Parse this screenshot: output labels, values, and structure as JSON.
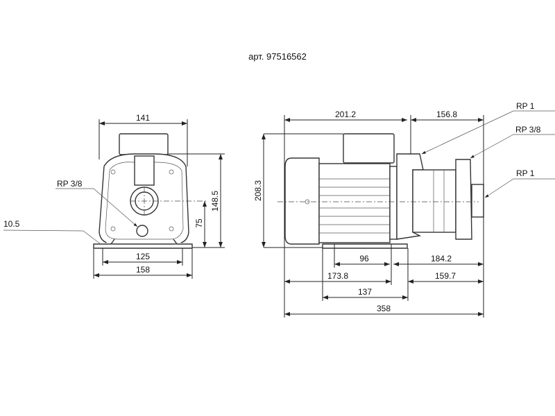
{
  "title": "арт. 97516562",
  "front_view": {
    "width_top": "141",
    "height_total": "148.5",
    "height_outlet": "75",
    "base_inner": "125",
    "base_outer": "158",
    "foot_thickness": "10.5",
    "drain_port": "RP 3/8"
  },
  "side_view": {
    "motor_length": "201.2",
    "pump_length": "156.8",
    "height": "208.3",
    "feet_spacing": "96",
    "foot_to_end": "184.2",
    "motor_to_foot": "173.8",
    "foot_to_outlet": "159.7",
    "foot_length": "137",
    "total_length": "358",
    "port_top": "RP 1",
    "port_vent": "RP 3/8",
    "port_outlet": "RP 1"
  }
}
